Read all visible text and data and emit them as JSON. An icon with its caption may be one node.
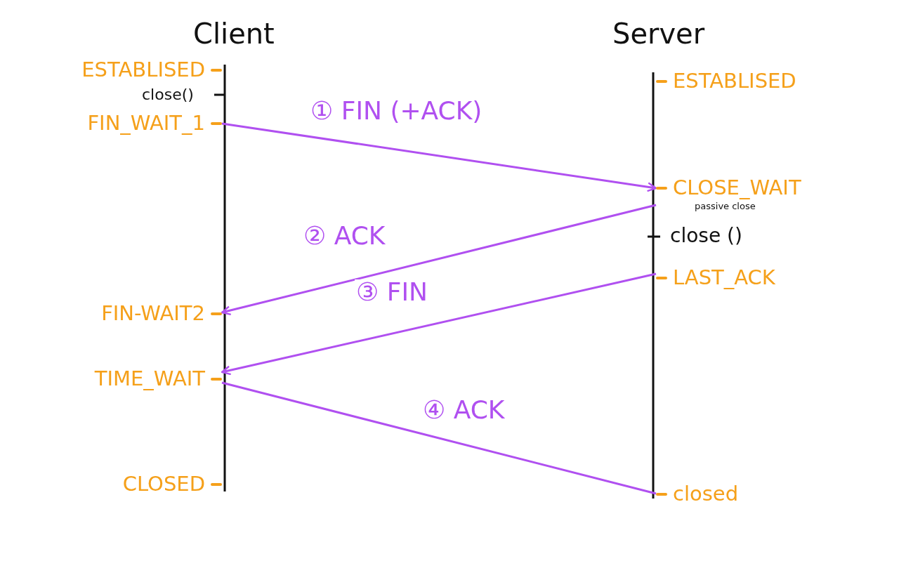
{
  "diagram": {
    "nodes": [
      {
        "text": [
          "ESTABLISED"
        ]
      },
      {
        "text": [
          "ESTABLISED"
        ]
      },
      {
        "text": [
          "FIN_WAIT_1"
        ]
      },
      {
        "text": [
          "CLOSE_WAIT"
        ],
        "beside": [
          "passive close"
        ]
      },
      {
        "text": [
          "LAST_ACK"
        ]
      },
      {
        "text": [
          "FIN-WAIT2"
        ]
      },
      {
        "text": [
          "TIME_WAIT"
        ]
      },
      {
        "text": [
          "CLOSED"
        ]
      },
      {
        "text": [
          "closed"
        ]
      }
    ],
    "edges": [
      {
        "from": 2,
        "to": 3,
        "arrow": "to",
        "label": "① FIN (+ACK)"
      },
      {
        "from": 3,
        "to": 5,
        "arrow": "to",
        "label": "② ACK"
      },
      {
        "from": 4,
        "to": 6,
        "arrow": "to",
        "label": "③ FIN"
      },
      {
        "from": 6,
        "to": 8,
        "arrow": "none",
        "label": "④ ACK"
      }
    ],
    "labels": [
      "Client",
      "Server",
      "close()",
      "close ()"
    ]
  }
}
